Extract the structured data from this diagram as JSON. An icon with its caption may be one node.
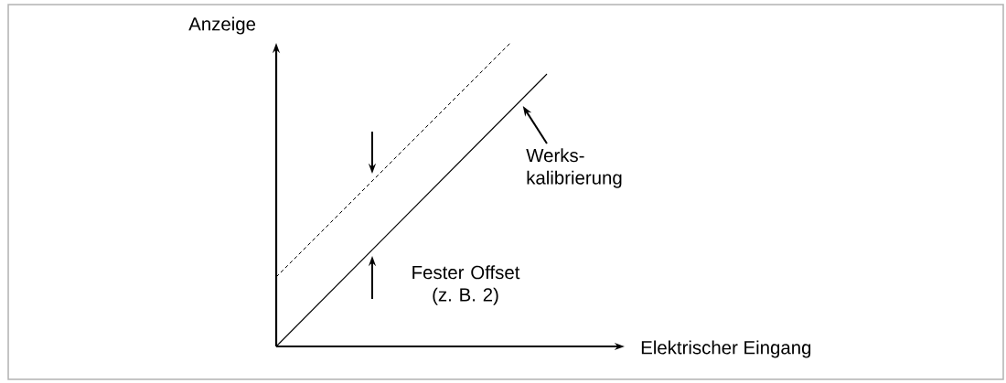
{
  "diagram": {
    "nodes": [
      {
        "text": [
          "Werks- kalibrierung"
        ]
      },
      {
        "text": [],
        "shape": "line"
      }
    ],
    "edges": [
      {
        "from": 0,
        "to": 1,
        "arrow": "to"
      }
    ],
    "labels": [
      "Anzeige",
      "Fester Offset (z. B. 2)",
      "Elektrischer Eingang"
    ]
  }
}
